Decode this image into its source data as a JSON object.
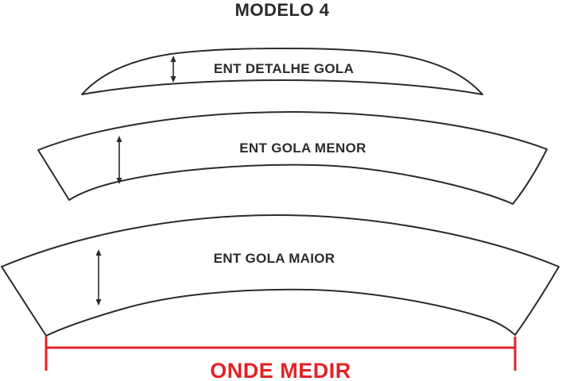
{
  "title": "MODELO 4",
  "pieces": [
    {
      "name": "ent-detalhe-gola",
      "label": "ENT DETALHE GOLA",
      "height_arrow_icon": "double-headed-vertical-arrow"
    },
    {
      "name": "ent-gola-menor",
      "label": "ENT GOLA MENOR",
      "height_arrow_icon": "double-headed-vertical-arrow"
    },
    {
      "name": "ent-gola-maior",
      "label": "ENT GOLA MAIOR",
      "height_arrow_icon": "double-headed-vertical-arrow"
    }
  ],
  "measurement": {
    "label": "ONDE MEDIR"
  },
  "colors": {
    "outline": "#2b2b2b",
    "label_text": "#2b2b2b",
    "measure_red": "#e12328",
    "background": "#ffffff"
  }
}
